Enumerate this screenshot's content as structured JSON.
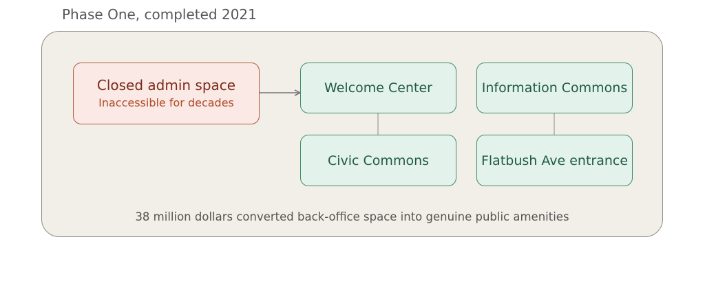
{
  "phase": {
    "title": "Phase One, completed 2021"
  },
  "nodes": {
    "closed_admin": {
      "title": "Closed admin space",
      "subtitle": "Inaccessible for decades"
    },
    "welcome_center": {
      "label": "Welcome Center"
    },
    "information_commons": {
      "label": "Information Commons"
    },
    "civic_commons": {
      "label": "Civic Commons"
    },
    "flatbush_entrance": {
      "label": "Flatbush Ave entrance"
    }
  },
  "caption": "38 million dollars converted back-office space into genuine public amenities",
  "colors": {
    "panel_bg": "#f2efe8",
    "source_fill": "#fbe9e5",
    "source_border": "#b4573d",
    "target_fill": "#e3f3ec",
    "target_border": "#3f8a6c",
    "arrow": "#777777"
  }
}
